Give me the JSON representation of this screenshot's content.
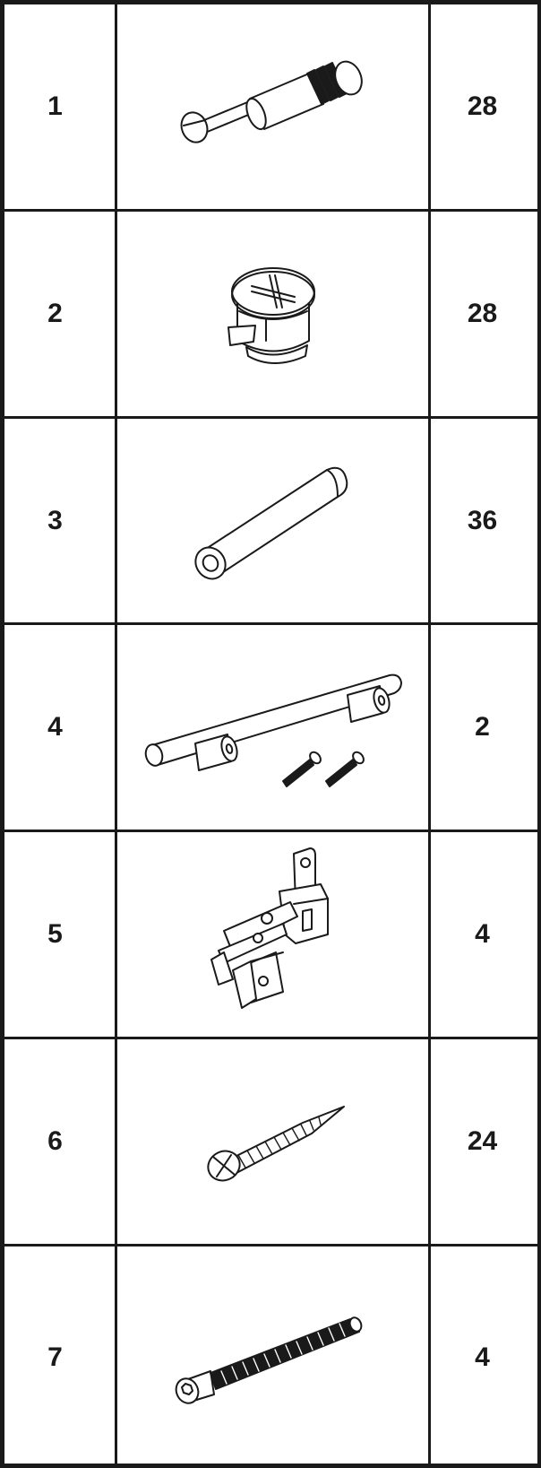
{
  "parts": [
    {
      "number": "1",
      "icon": "cam-bolt-icon",
      "quantity": "28"
    },
    {
      "number": "2",
      "icon": "cam-lock-nut-icon",
      "quantity": "28"
    },
    {
      "number": "3",
      "icon": "wooden-dowel-icon",
      "quantity": "36"
    },
    {
      "number": "4",
      "icon": "bar-handle-with-screws-icon",
      "quantity": "2"
    },
    {
      "number": "5",
      "icon": "cabinet-hinge-icon",
      "quantity": "4"
    },
    {
      "number": "6",
      "icon": "wood-screw-icon",
      "quantity": "24"
    },
    {
      "number": "7",
      "icon": "long-hex-screw-icon",
      "quantity": "4"
    }
  ]
}
